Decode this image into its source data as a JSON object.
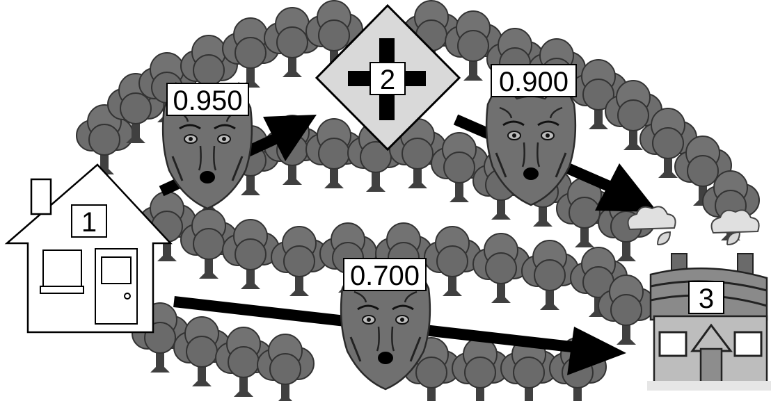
{
  "nodes": [
    {
      "id": "1",
      "label": "1",
      "kind": "start-house"
    },
    {
      "id": "2",
      "label": "2",
      "kind": "crossroads-sign"
    },
    {
      "id": "3",
      "label": "3",
      "kind": "cottage"
    }
  ],
  "edges": [
    {
      "from": "1",
      "to": "2",
      "probability": "0.950",
      "hazard": "wolf-icon"
    },
    {
      "from": "2",
      "to": "3",
      "probability": "0.900",
      "hazard": "wolf-icon"
    },
    {
      "from": "1",
      "to": "3",
      "probability": "0.700",
      "hazard": "wolf-icon"
    }
  ],
  "colors": {
    "tree": "#6d6d6d",
    "tree_outline": "#3a3a3a",
    "trunk": "#3f3f3f",
    "wolf": "#6f6f6f",
    "sign": "#d9d9d9",
    "arrow": "#000000"
  }
}
